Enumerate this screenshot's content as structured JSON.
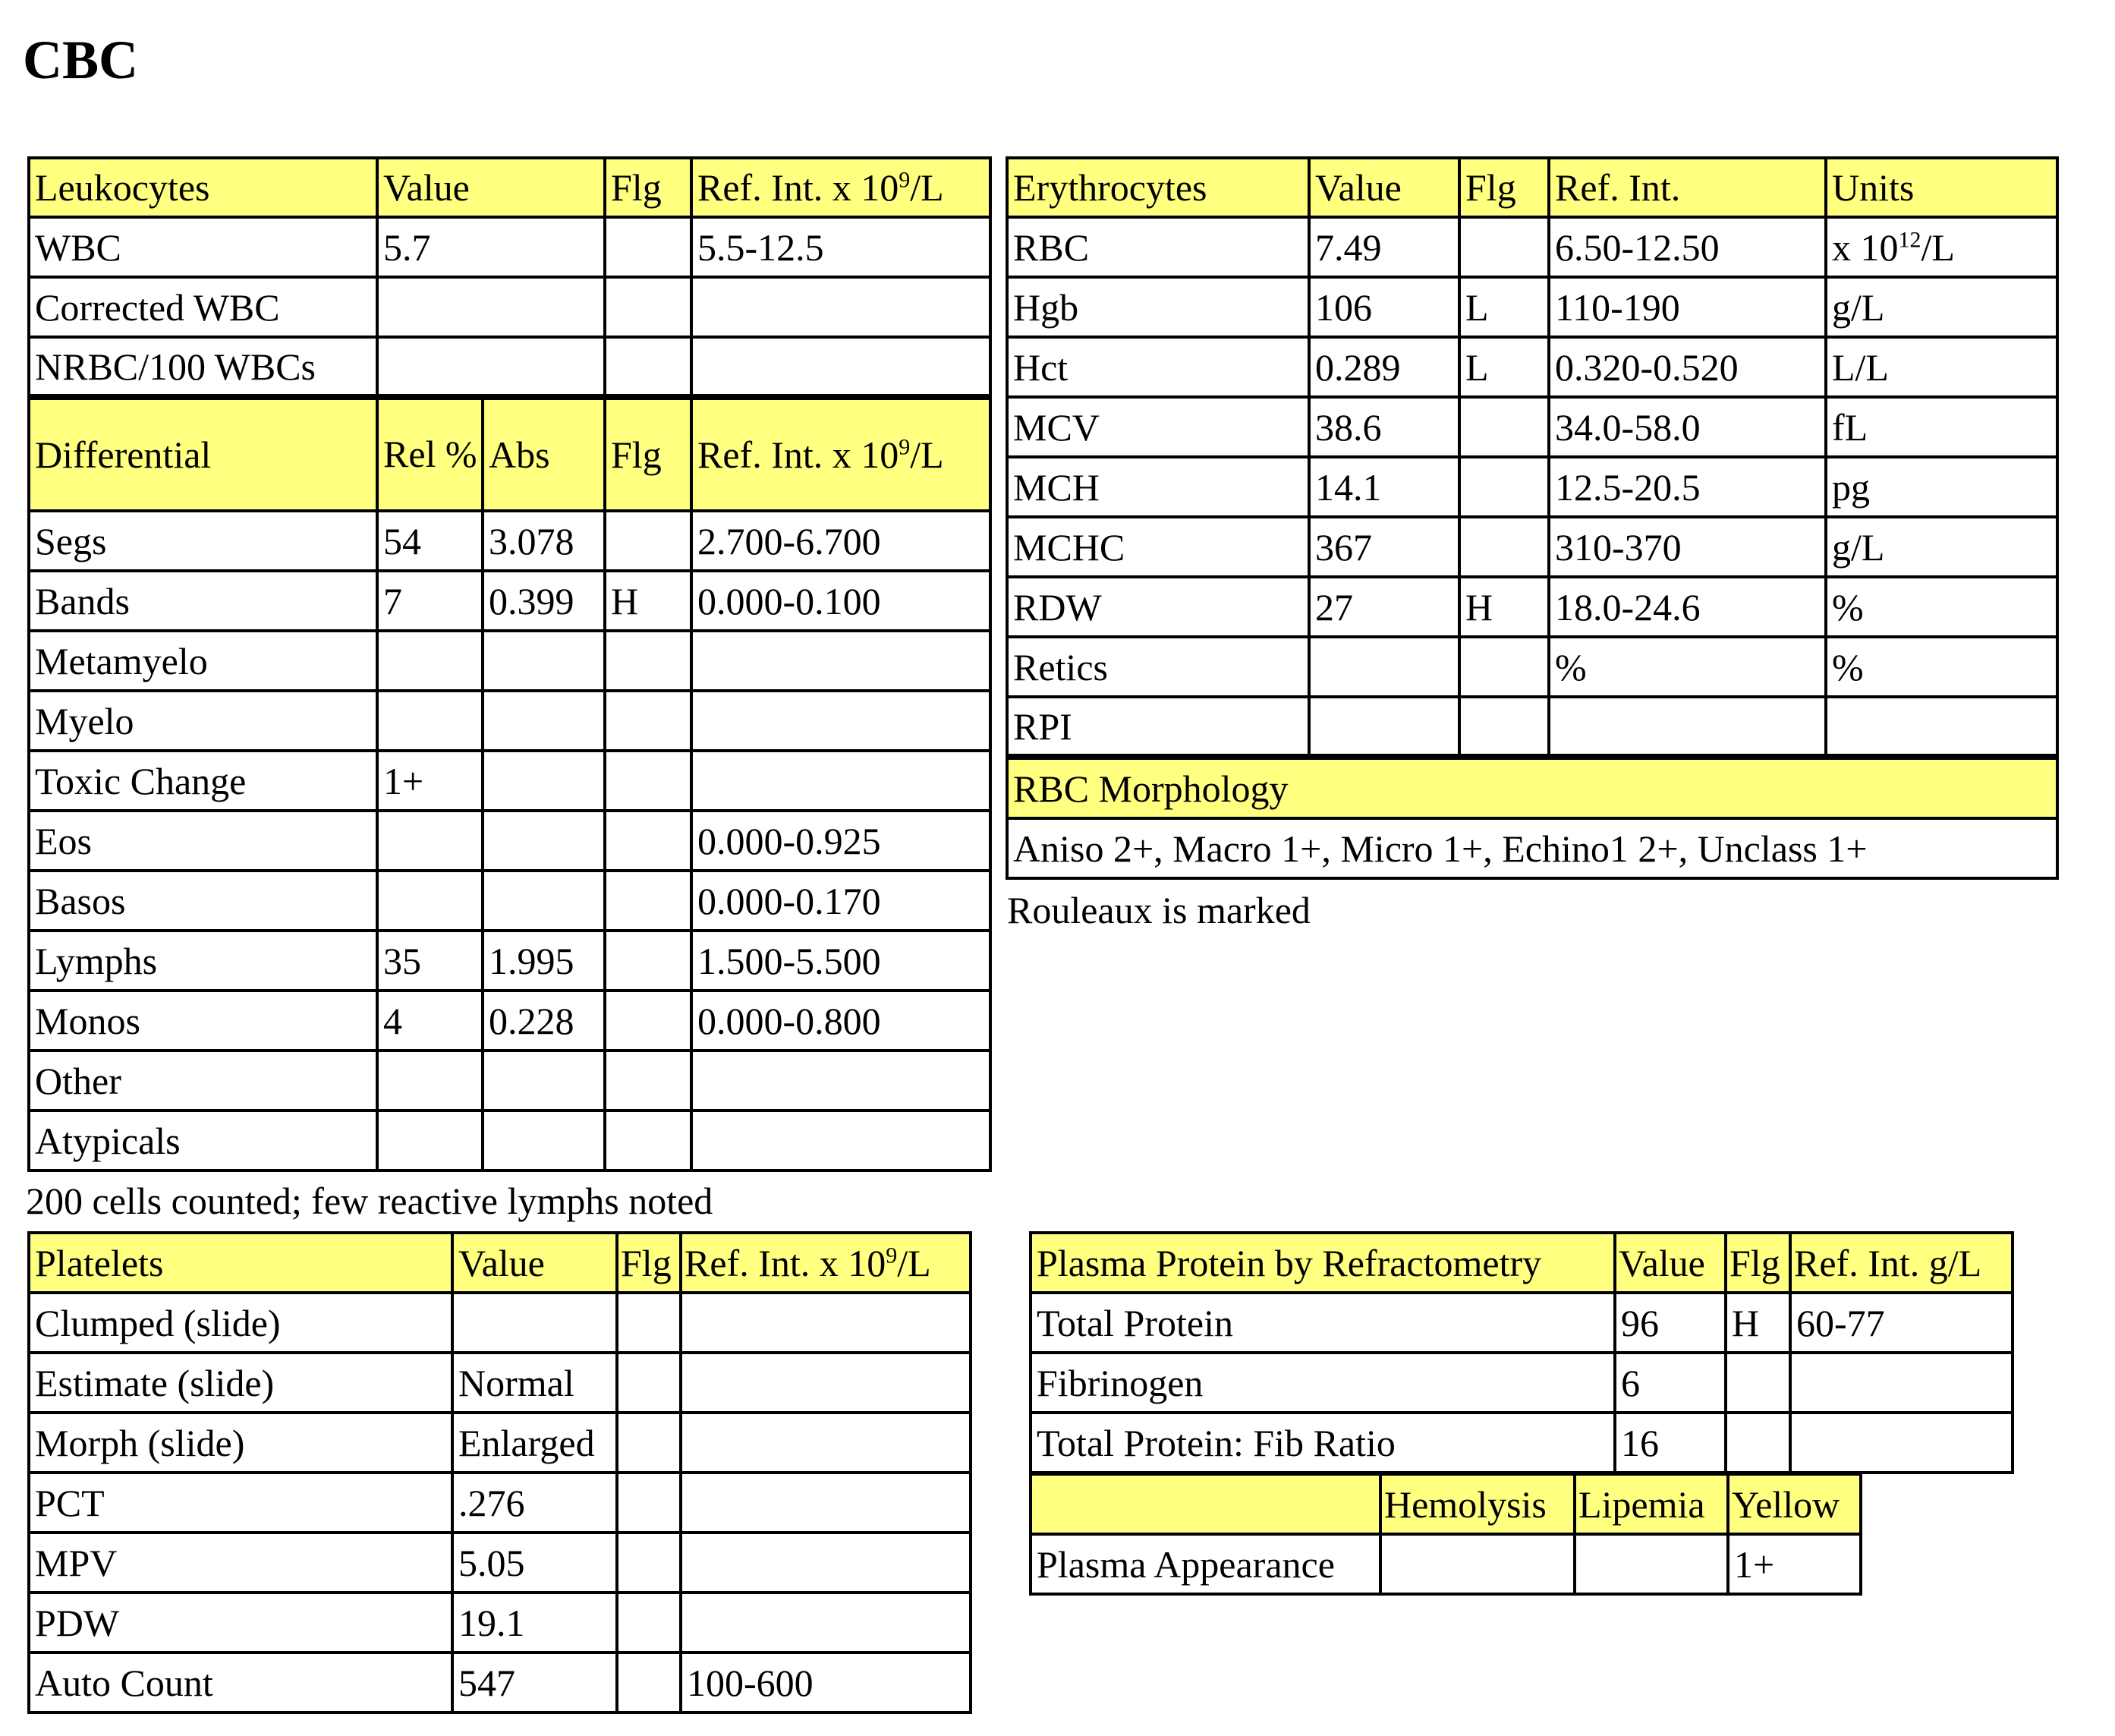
{
  "title": "CBC",
  "leukocytes": {
    "header": {
      "name": "Leukocytes",
      "value": "Value",
      "flag": "Flg",
      "ref": "Ref. Int. x 10",
      "ref_exp": "9",
      "ref_unit": "/L"
    },
    "rows": [
      {
        "name": "WBC",
        "value": "5.7",
        "flag": "",
        "ref": "5.5-12.5"
      },
      {
        "name": "Corrected WBC",
        "value": "",
        "flag": "",
        "ref": ""
      },
      {
        "name": "NRBC/100 WBCs",
        "value": "",
        "flag": "",
        "ref": ""
      }
    ]
  },
  "differential": {
    "header": {
      "name": "Differential",
      "rel": "Rel %",
      "abs": "Abs",
      "flag": "Flg",
      "ref": "Ref. Int. x 10",
      "ref_exp": "9",
      "ref_unit": "/L"
    },
    "rows": [
      {
        "name": "Segs",
        "rel": "54",
        "abs": "3.078",
        "flag": "",
        "ref": "2.700-6.700"
      },
      {
        "name": "Bands",
        "rel": "7",
        "abs": "0.399",
        "flag": "H",
        "ref": "0.000-0.100"
      },
      {
        "name": "Metamyelo",
        "rel": "",
        "abs": "",
        "flag": "",
        "ref": ""
      },
      {
        "name": "Myelo",
        "rel": "",
        "abs": "",
        "flag": "",
        "ref": ""
      },
      {
        "name": "Toxic Change",
        "rel": "1+",
        "abs": "",
        "flag": "",
        "ref": ""
      },
      {
        "name": "Eos",
        "rel": "",
        "abs": "",
        "flag": "",
        "ref": "0.000-0.925"
      },
      {
        "name": "Basos",
        "rel": "",
        "abs": "",
        "flag": "",
        "ref": "0.000-0.170"
      },
      {
        "name": "Lymphs",
        "rel": "35",
        "abs": "1.995",
        "flag": "",
        "ref": "1.500-5.500"
      },
      {
        "name": "Monos",
        "rel": "4",
        "abs": "0.228",
        "flag": "",
        "ref": "0.000-0.800"
      },
      {
        "name": "Other",
        "rel": "",
        "abs": "",
        "flag": "",
        "ref": ""
      },
      {
        "name": "Atypicals",
        "rel": "",
        "abs": "",
        "flag": "",
        "ref": ""
      }
    ],
    "note": "200 cells counted; few reactive lymphs noted"
  },
  "erythrocytes": {
    "header": {
      "name": "Erythrocytes",
      "value": "Value",
      "flag": "Flg",
      "ref": "Ref. Int.",
      "units": "Units"
    },
    "rows": [
      {
        "name": "RBC",
        "value": "7.49",
        "flag": "",
        "ref": "6.50-12.50",
        "units": "x 10",
        "units_exp": "12",
        "units_tail": "/L"
      },
      {
        "name": "Hgb",
        "value": "106",
        "flag": "L",
        "ref": "110-190",
        "units": "g/L"
      },
      {
        "name": "Hct",
        "value": "0.289",
        "flag": "L",
        "ref": "0.320-0.520",
        "units": "L/L"
      },
      {
        "name": "MCV",
        "value": "38.6",
        "flag": "",
        "ref": "34.0-58.0",
        "units": "fL"
      },
      {
        "name": "MCH",
        "value": "14.1",
        "flag": "",
        "ref": "12.5-20.5",
        "units": "pg"
      },
      {
        "name": "MCHC",
        "value": "367",
        "flag": "",
        "ref": "310-370",
        "units": "g/L"
      },
      {
        "name": "RDW",
        "value": "27",
        "flag": "H",
        "ref": "18.0-24.6",
        "units": "%"
      },
      {
        "name": "Retics",
        "value": "",
        "flag": "",
        "ref": "%",
        "units": "%"
      },
      {
        "name": "RPI",
        "value": "",
        "flag": "",
        "ref": "",
        "units": ""
      }
    ],
    "morphology_header": "RBC Morphology",
    "morphology": "Aniso 2+, Macro 1+, Micro 1+, Echino1 2+, Unclass 1+",
    "note": "Rouleaux is marked"
  },
  "platelets": {
    "header": {
      "name": "Platelets",
      "value": "Value",
      "flag": "Flg",
      "ref": "Ref. Int. x 10",
      "ref_exp": "9",
      "ref_unit": "/L"
    },
    "rows": [
      {
        "name": "Clumped (slide)",
        "value": "",
        "flag": "",
        "ref": ""
      },
      {
        "name": "Estimate (slide)",
        "value": "Normal",
        "flag": "",
        "ref": ""
      },
      {
        "name": "Morph (slide)",
        "value": "Enlarged",
        "flag": "",
        "ref": ""
      },
      {
        "name": "PCT",
        "value": ".276",
        "flag": "",
        "ref": ""
      },
      {
        "name": "MPV",
        "value": "5.05",
        "flag": "",
        "ref": ""
      },
      {
        "name": "PDW",
        "value": "19.1",
        "flag": "",
        "ref": ""
      },
      {
        "name": "Auto Count",
        "value": "547",
        "flag": "",
        "ref": "100-600"
      }
    ]
  },
  "plasma_protein": {
    "header": {
      "name": "Plasma Protein by Refractometry",
      "value": "Value",
      "flag": "Flg",
      "ref": "Ref. Int. g/L"
    },
    "rows": [
      {
        "name": "Total Protein",
        "value": "96",
        "flag": "H",
        "ref": "60-77"
      },
      {
        "name": "Fibrinogen",
        "value": "6",
        "flag": "",
        "ref": ""
      },
      {
        "name": "Total Protein: Fib Ratio",
        "value": "16",
        "flag": "",
        "ref": ""
      }
    ]
  },
  "plasma_appearance": {
    "header": {
      "blank": "",
      "hemolysis": "Hemolysis",
      "lipemia": "Lipemia",
      "yellow": "Yellow"
    },
    "row": {
      "name": "Plasma Appearance",
      "hemolysis": "",
      "lipemia": "",
      "yellow": "1+"
    }
  }
}
